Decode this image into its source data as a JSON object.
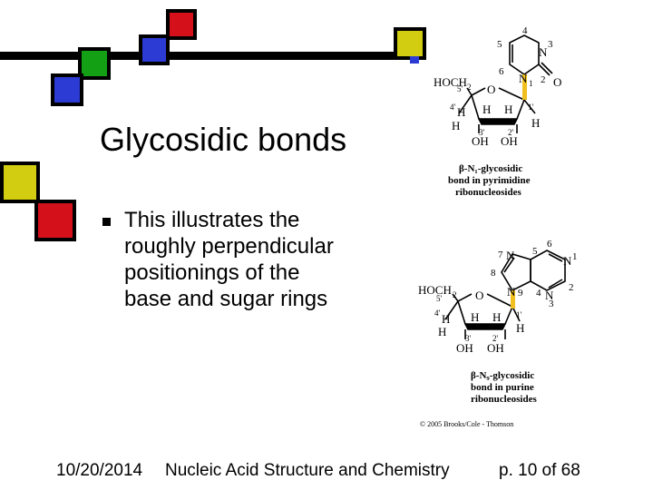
{
  "slide": {
    "title": "Glycosidic bonds",
    "bullet_lines": [
      "This illustrates the",
      "roughly perpendicular",
      "positionings of the",
      "base and sugar rings"
    ]
  },
  "footer": {
    "date": "10/20/2014",
    "course": "Nucleic Acid Structure and Chemistry",
    "page": "p. 10 of 68"
  },
  "figure_top": {
    "ring_numbers": [
      "4",
      "3",
      "5",
      "6",
      "2"
    ],
    "atom_n3": "N",
    "atom_n1": "N",
    "n1_sub": "1",
    "carbonyl_o": "O",
    "sugar_group": "HOCH",
    "sugar_group_sub": "2",
    "ring_o": "O",
    "c5": "5'",
    "c4": "4'",
    "c1": "1'",
    "c3": "3'",
    "c2": "2'",
    "h": "H",
    "oh3": "OH",
    "oh2": "OH",
    "caption": [
      "β-N₁-glycosidic",
      "bond in pyrimidine",
      "ribonucleosides"
    ]
  },
  "figure_bottom": {
    "ring_numbers": [
      "7",
      "8",
      "5",
      "6",
      "1",
      "2",
      "4",
      "3",
      "9"
    ],
    "atom_n7": "N",
    "atom_n1": "N",
    "atom_n3": "N",
    "atom_n9": "N",
    "sugar_group": "HOCH",
    "sugar_group_sub": "2",
    "ring_o": "O",
    "c5": "5'",
    "c4": "4'",
    "c1": "1'",
    "c3": "3'",
    "c2": "2'",
    "h": "H",
    "oh3": "OH",
    "oh2": "OH",
    "caption": [
      "β-N₉-glycosidic",
      "bond in purine",
      "ribonucleosides"
    ],
    "copyright": "© 2005 Brooks/Cole - Thomson"
  },
  "colors": {
    "red": "#d4101a",
    "blue": "#2b3bd4",
    "green": "#14a014",
    "yellow": "#d2cd10",
    "bond_highlight": "#f0c020"
  }
}
